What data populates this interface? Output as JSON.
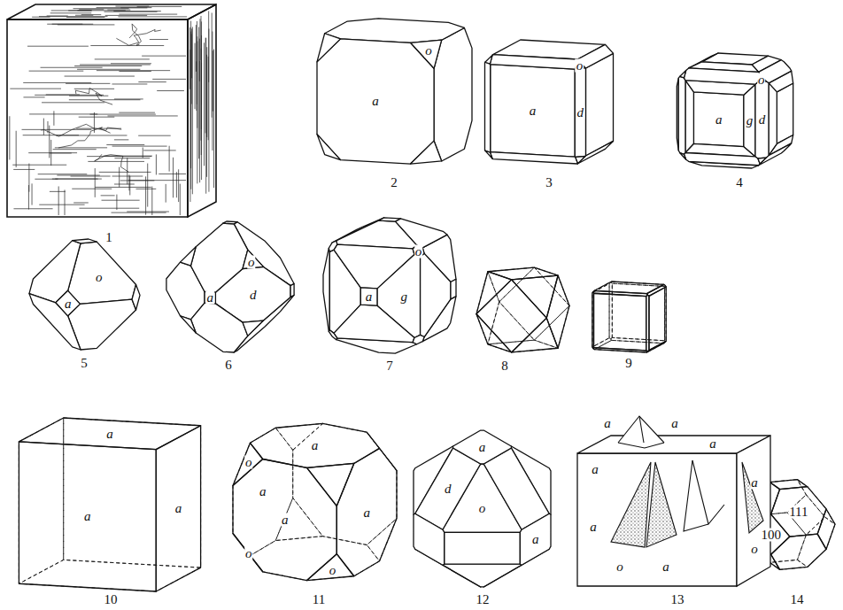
{
  "diagram": {
    "labels": [
      "1",
      "a",
      "o",
      "2",
      "a",
      "o",
      "d",
      "3",
      "a",
      "o",
      "g",
      "d",
      "4",
      "o",
      "a",
      "5",
      "a",
      "d",
      "o",
      "6",
      "o",
      "a",
      "g",
      "7",
      "8",
      "9",
      "a",
      "a",
      "a",
      "10",
      "a",
      "o",
      "a",
      "a",
      "a",
      "o",
      "o",
      "11",
      "a",
      "o",
      "d",
      "a",
      "12",
      "a",
      "a",
      "a",
      "a",
      "a",
      "a",
      "a",
      "o",
      "o",
      "13",
      "100",
      "111",
      "14"
    ]
  }
}
